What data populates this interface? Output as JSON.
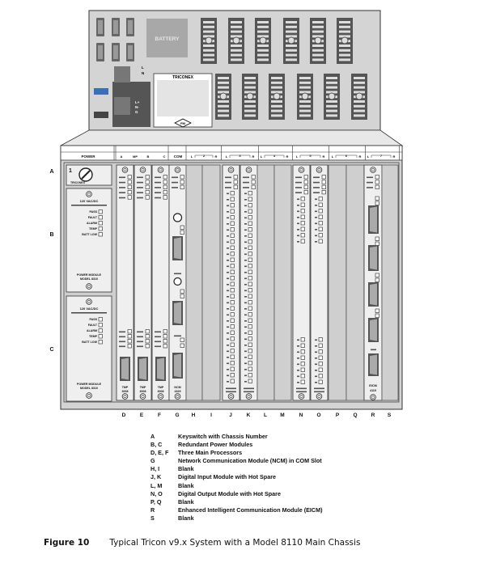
{
  "back_panel": {
    "battery_label": "BATTERY",
    "brand_label": "TRICONEX",
    "fm_label": "FM",
    "terminal_labels": [
      "L",
      "N",
      "L+",
      "N-",
      "G"
    ]
  },
  "chassis": {
    "header_labels": {
      "power": "POWER",
      "mp": [
        "A",
        "MP",
        "B",
        "C"
      ],
      "com": "COM",
      "groups": [
        {
          "left": "L",
          "num": "2",
          "right": "R"
        },
        {
          "left": "L",
          "num": "3",
          "right": "R"
        },
        {
          "left": "L",
          "num": "4",
          "right": "R"
        },
        {
          "left": "L",
          "num": "5",
          "right": "R"
        },
        {
          "left": "L",
          "num": "6",
          "right": "R"
        },
        {
          "left": "L",
          "num": "7",
          "right": "R"
        }
      ]
    },
    "keyswitch": {
      "chassis_number": "1",
      "brand": "TRICONEX"
    },
    "power_modules": [
      {
        "voltage": "120 VAC/DC",
        "leds": [
          "PASS",
          "FAULT",
          "ALARM",
          "TEMP",
          "BATT LOW"
        ],
        "name": "POWER MODULE",
        "model": "MODEL 8310"
      },
      {
        "voltage": "120 VAC/DC",
        "leds": [
          "PASS",
          "FAULT",
          "ALARM",
          "TEMP",
          "BATT LOW"
        ],
        "name": "POWER MODULE",
        "model": "MODEL 8310"
      }
    ],
    "processors": [
      {
        "name": "TMP",
        "model": "3008"
      },
      {
        "name": "TMP",
        "model": "3008"
      },
      {
        "name": "TMP",
        "model": "3008"
      }
    ],
    "ncm": {
      "name": "NCM",
      "model": "4329"
    },
    "eicm": {
      "name": "EICM",
      "model": "4119"
    },
    "side_labels": [
      "A",
      "B",
      "C"
    ],
    "slot_letters": [
      "D",
      "E",
      "F",
      "G",
      "H",
      "I",
      "J",
      "K",
      "L",
      "M",
      "N",
      "O",
      "P",
      "Q",
      "R",
      "S"
    ]
  },
  "legend": [
    {
      "key": "A",
      "text": "Keyswitch with Chassis Number"
    },
    {
      "key": "B, C",
      "text": "Redundant Power Modules"
    },
    {
      "key": "D, E, F",
      "text": "Three Main Processors"
    },
    {
      "key": "G",
      "text": "Network Communication Module (NCM) in COM Slot"
    },
    {
      "key": "H, I",
      "text": "Blank"
    },
    {
      "key": "J, K",
      "text": "Digital Input Module with Hot Spare"
    },
    {
      "key": "L, M",
      "text": "Blank"
    },
    {
      "key": "N, O",
      "text": "Digital Output Module with Hot Spare"
    },
    {
      "key": "P, Q",
      "text": "Blank"
    },
    {
      "key": "R",
      "text": "Enhanced Intelligent Communication Module (EICM)"
    },
    {
      "key": "S",
      "text": "Blank"
    }
  ],
  "caption": {
    "label": "Figure 10",
    "title": "Typical Tricon v9.x System with a Model 8110 Main Chassis"
  },
  "colors": {
    "panel": "#d4d4d4",
    "module": "#efefef",
    "dark": "#555555",
    "line": "#333333"
  }
}
